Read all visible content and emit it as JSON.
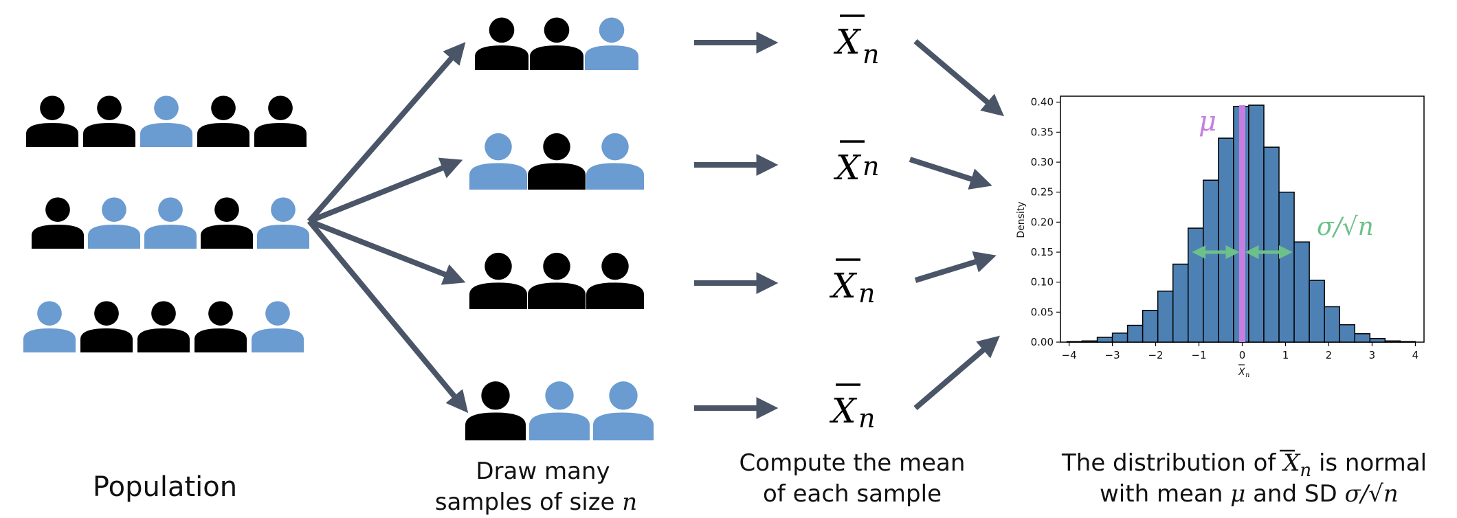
{
  "colors": {
    "black": "#000000",
    "blue": "#6a9bd1",
    "arrow": "#4a5568",
    "bar": "#4e81b3",
    "mu": "#c77ee0",
    "sd": "#6cc08a"
  },
  "people": {
    "population": [
      [
        "black",
        "black",
        "blue",
        "black",
        "black"
      ],
      [
        "black",
        "blue",
        "blue",
        "black",
        "blue"
      ],
      [
        "blue",
        "black",
        "black",
        "black",
        "blue"
      ]
    ],
    "samples": [
      [
        "black",
        "black",
        "blue"
      ],
      [
        "blue",
        "black",
        "blue"
      ],
      [
        "black",
        "black",
        "black"
      ],
      [
        "black",
        "blue",
        "blue"
      ]
    ]
  },
  "labels": {
    "population": "Population",
    "draw_line1": "Draw many",
    "draw_line2": "samples of size ",
    "draw_n": "n",
    "compute_line1": "Compute the mean",
    "compute_line2": "of each sample",
    "dist_line1_a": "The distribution of ",
    "dist_line1_b": " is normal",
    "dist_line2_a": "with mean ",
    "dist_line2_mu": "μ",
    "dist_line2_b": " and SD ",
    "dist_line2_sd": "σ/√n",
    "xbar_X": "X",
    "xbar_n": "n",
    "mu_symbol": "μ",
    "sd_symbol": "σ/√n"
  },
  "chart_data": {
    "type": "bar",
    "ylabel": "Density",
    "xlabel": "X̄n",
    "xlim": [
      -4.2,
      4.2
    ],
    "ylim": [
      0,
      0.41
    ],
    "xticks": [
      "−4",
      "−3",
      "−2",
      "−1",
      "0",
      "1",
      "2",
      "3",
      "4"
    ],
    "xtick_values": [
      -4,
      -3,
      -2,
      -1,
      0,
      1,
      2,
      3,
      4
    ],
    "yticks": [
      "0.00",
      "0.05",
      "0.10",
      "0.15",
      "0.20",
      "0.25",
      "0.30",
      "0.35",
      "0.40"
    ],
    "ytick_values": [
      0,
      0.05,
      0.1,
      0.15,
      0.2,
      0.25,
      0.3,
      0.35,
      0.4
    ],
    "bin_edges": [
      -4.05,
      -3.7,
      -3.35,
      -3.0,
      -2.65,
      -2.3,
      -1.95,
      -1.6,
      -1.25,
      -0.9,
      -0.55,
      -0.2,
      0.15,
      0.5,
      0.85,
      1.2,
      1.55,
      1.9,
      2.25,
      2.6,
      2.95,
      3.3,
      3.65,
      4.0
    ],
    "values": [
      0.001,
      0.002,
      0.008,
      0.015,
      0.028,
      0.053,
      0.085,
      0.13,
      0.19,
      0.27,
      0.34,
      0.393,
      0.395,
      0.325,
      0.25,
      0.167,
      0.103,
      0.059,
      0.029,
      0.014,
      0.006,
      0.002,
      0.001
    ],
    "mean_line": 0,
    "sd_arrows": {
      "center": 0,
      "sd": 1.1
    }
  }
}
